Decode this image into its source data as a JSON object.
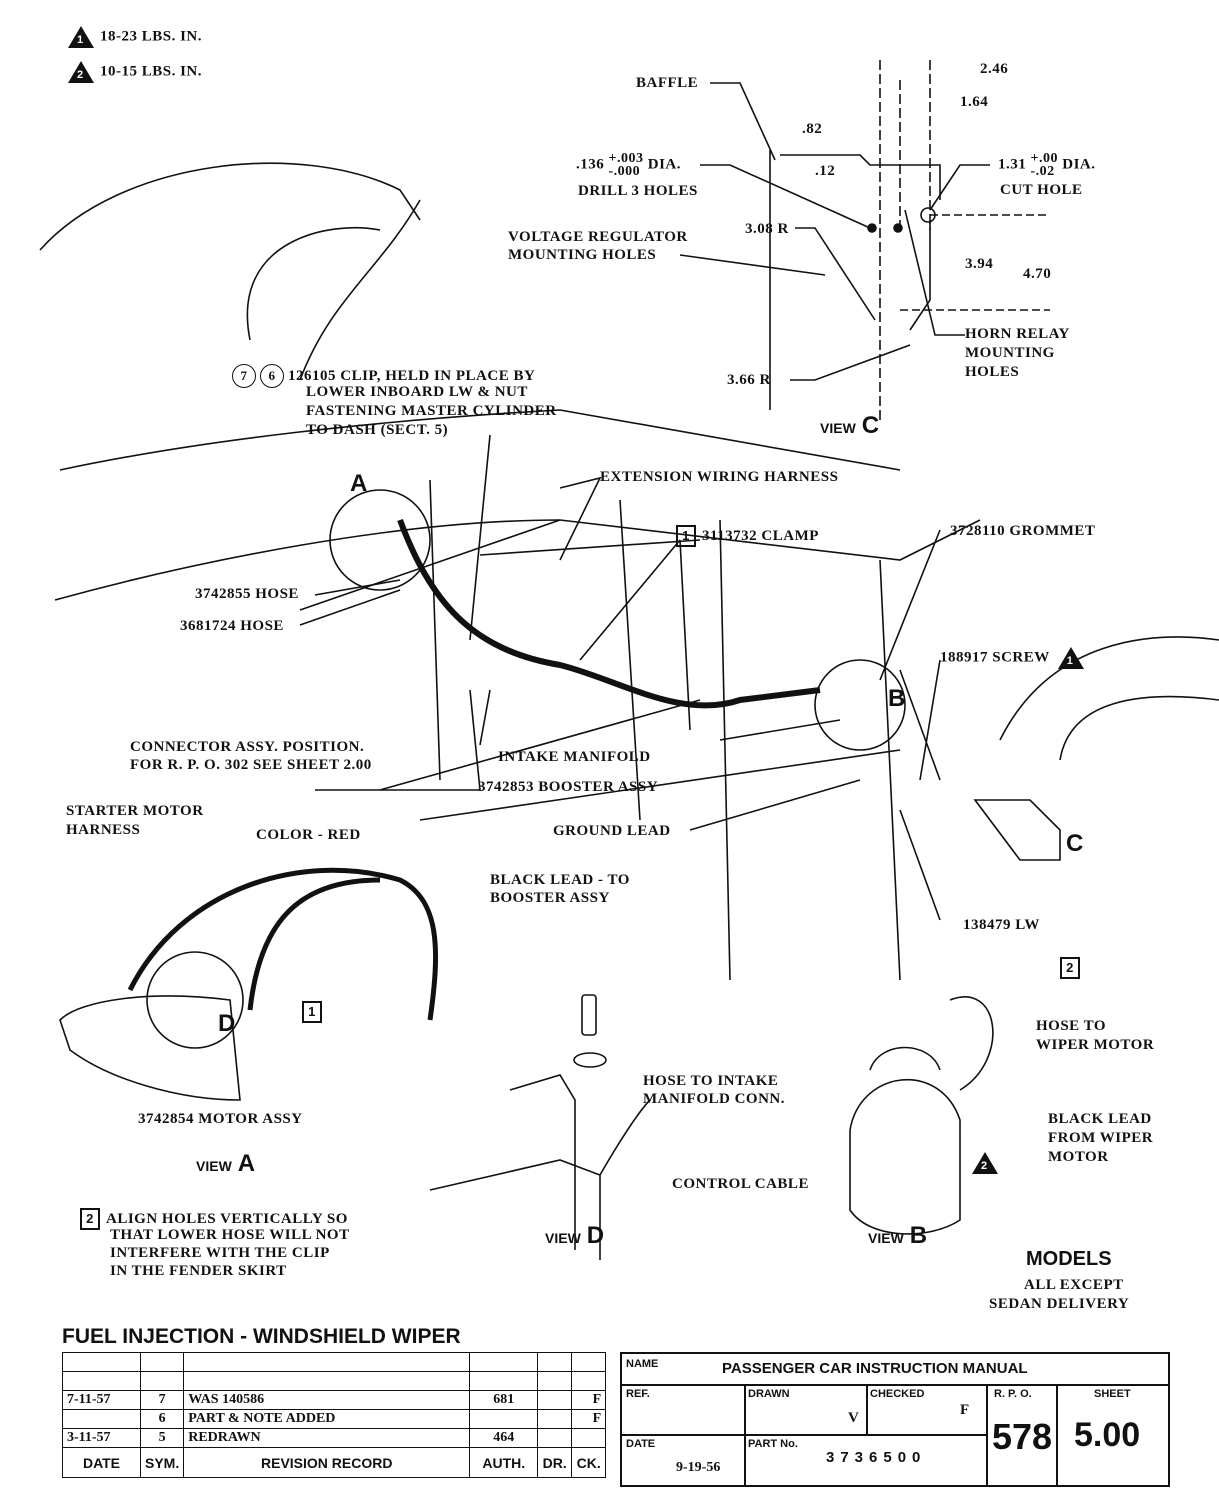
{
  "torque_notes": [
    {
      "symbol": "1",
      "text": "18-23 LBS.  IN."
    },
    {
      "symbol": "2",
      "text": "10-15 LBS.  IN."
    }
  ],
  "view_c": {
    "baffle": "BAFFLE",
    "dim_246": "2.46",
    "dim_164": "1.64",
    "dim_82": ".82",
    "dim_12": ".12",
    "drill_dia": ".136",
    "drill_tol_plus": "+.003",
    "drill_tol_minus": "-.000",
    "drill_dia_unit": "DIA.",
    "drill_note": "DRILL 3 HOLES",
    "cut_dia": "1.31",
    "cut_tol_plus": "+.00",
    "cut_tol_minus": "-.02",
    "cut_dia_unit": "DIA.",
    "cut_note": "CUT HOLE",
    "vr_holes_1": "VOLTAGE REGULATOR",
    "vr_holes_2": "MOUNTING HOLES",
    "r308": "3.08 R",
    "r366": "3.66 R",
    "dim_394": "3.94",
    "dim_470": "4.70",
    "horn_1": "HORN RELAY",
    "horn_2": "MOUNTING",
    "horn_3": "HOLES",
    "view_word": "VIEW",
    "view_letter": "C"
  },
  "callouts": {
    "clip_refs": [
      "7",
      "6"
    ],
    "clip_1": "126105 CLIP, HELD IN PLACE BY",
    "clip_2": "LOWER INBOARD LW & NUT",
    "clip_3": "FASTENING MASTER CYLINDER",
    "clip_4": "TO DASH (SECT. 5)",
    "ext_harness": "EXTENSION WIRING HARNESS",
    "clamp_ref": "1",
    "clamp": "3113732 CLAMP",
    "grommet": "3728110 GROMMET",
    "screw": "188917 SCREW",
    "screw_ref": "1",
    "hose_3742855": "3742855 HOSE",
    "hose_3681724": "3681724 HOSE",
    "connector_1": "CONNECTOR ASSY.  POSITION.",
    "connector_2": "FOR R. P. O.  302 SEE SHEET 2.00",
    "intake": "INTAKE MANIFOLD",
    "booster": "3742853 BOOSTER ASSY",
    "ground": "GROUND LEAD",
    "lw": "138479 LW",
    "detail_a": "A",
    "detail_b": "B",
    "detail_c": "C"
  },
  "view_a": {
    "starter_1": "STARTER MOTOR",
    "starter_2": "HARNESS",
    "color": "COLOR - RED",
    "black_1": "BLACK LEAD - TO",
    "black_2": "BOOSTER ASSY",
    "ref": "1",
    "detail_d": "D",
    "motor": "3742854 MOTOR ASSY",
    "view_word": "VIEW",
    "view_letter": "A"
  },
  "note2": {
    "ref": "2",
    "lines": [
      "ALIGN HOLES VERTICALLY SO",
      "THAT LOWER HOSE WILL NOT",
      "INTERFERE WITH THE CLIP",
      "IN THE FENDER SKIRT"
    ]
  },
  "view_d": {
    "control_cable": "CONTROL CABLE",
    "view_word": "VIEW",
    "view_letter": "D"
  },
  "view_b": {
    "ref": "2",
    "hose_intake_1": "HOSE TO INTAKE",
    "hose_intake_2": "MANIFOLD CONN.",
    "hose_wiper_1": "HOSE TO",
    "hose_wiper_2": "WIPER MOTOR",
    "black_1": "BLACK LEAD",
    "black_2": "FROM WIPER",
    "black_3": "MOTOR",
    "torque_ref": "2",
    "view_word": "VIEW",
    "view_letter": "B"
  },
  "models": {
    "title": "MODELS",
    "line1": "ALL EXCEPT",
    "line2": "SEDAN DELIVERY"
  },
  "title_block": {
    "title": "FUEL INJECTION - WINDSHIELD WIPER",
    "revisions": [
      {
        "date": "",
        "sym": "",
        "record": "",
        "auth": "",
        "dr": "",
        "ck": ""
      },
      {
        "date": "",
        "sym": "",
        "record": "",
        "auth": "",
        "dr": "",
        "ck": ""
      },
      {
        "date": "7-11-57",
        "sym": "7",
        "record": "WAS 140586",
        "auth": "681",
        "dr": "",
        "ck": "F"
      },
      {
        "date": "",
        "sym": "6",
        "record": "PART & NOTE ADDED",
        "auth": "",
        "dr": "",
        "ck": "F"
      },
      {
        "date": "3-11-57",
        "sym": "5",
        "record": "REDRAWN",
        "auth": "464",
        "dr": "",
        "ck": ""
      }
    ],
    "headers": {
      "date": "DATE",
      "sym": "SYM.",
      "record": "REVISION RECORD",
      "auth": "AUTH.",
      "dr": "DR.",
      "ck": "CK."
    },
    "name_label": "NAME",
    "name": "PASSENGER CAR INSTRUCTION MANUAL",
    "ref_label": "REF.",
    "drawn_label": "DRAWN",
    "drawn": "V",
    "checked_label": "CHECKED",
    "checked": "F",
    "rpo_label": "R. P. O.",
    "rpo": "578",
    "sheet_label": "SHEET",
    "sheet": "5.00",
    "date_label": "DATE",
    "date": "9-19-56",
    "part_label": "PART No.",
    "part": "3736500"
  }
}
